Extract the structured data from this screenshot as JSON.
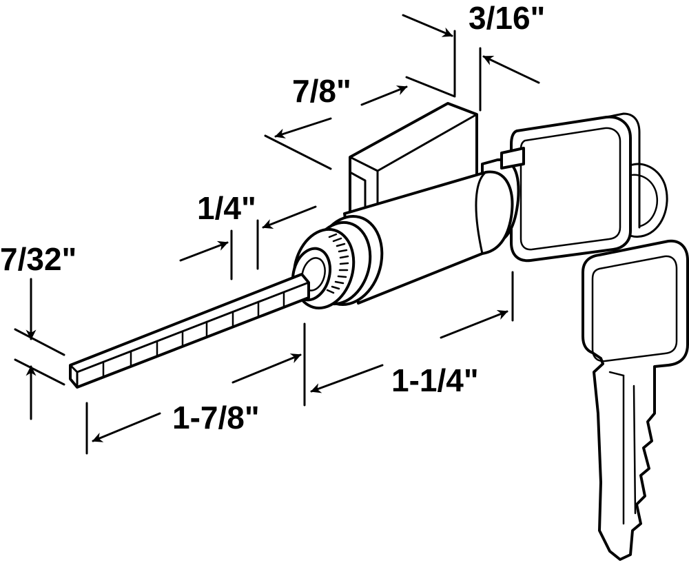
{
  "labels": {
    "thickness_7_32": "7/32\"",
    "tailpiece_length": "1-7/8\"",
    "notch_spacing": "1/4\"",
    "cylinder_length": "1-1/4\"",
    "housing_width": "7/8\"",
    "cam_thickness": "3/16\""
  },
  "colors": {
    "line": "#000000",
    "background": "#ffffff"
  },
  "icons": [
    "lock-cylinder-icon",
    "tailpiece-icon",
    "key-icon",
    "key-ring-icon"
  ]
}
